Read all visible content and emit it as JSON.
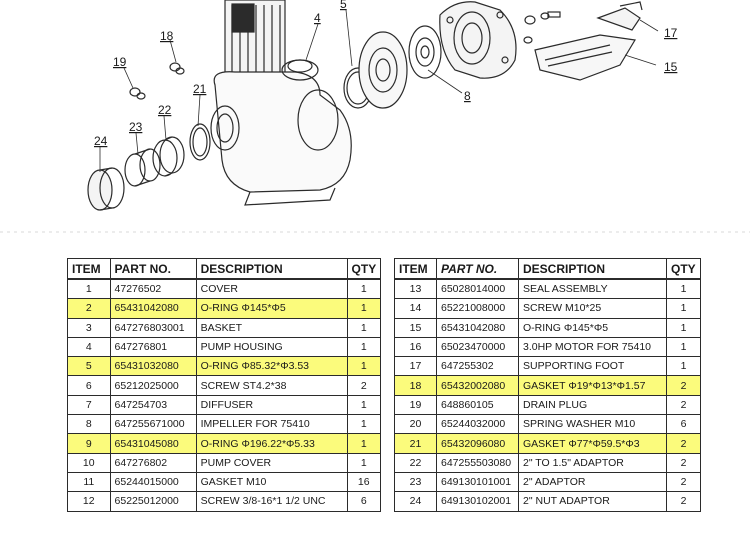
{
  "diagram": {
    "callouts": [
      "18",
      "19",
      "4",
      "5",
      "21",
      "22",
      "23",
      "24",
      "8",
      "17",
      "15"
    ]
  },
  "left_table": {
    "headers": [
      "ITEM",
      "PART NO.",
      "DESCRIPTION",
      "QTY"
    ],
    "rows": [
      {
        "item": "1",
        "part_no": "47276502",
        "description": "COVER",
        "qty": "1",
        "highlight": false
      },
      {
        "item": "2",
        "part_no": "65431042080",
        "description": "O-RING  Φ145*Φ5",
        "qty": "1",
        "highlight": true
      },
      {
        "item": "3",
        "part_no": "647276803001",
        "description": "BASKET",
        "qty": "1",
        "highlight": false
      },
      {
        "item": "4",
        "part_no": "647276801",
        "description": "PUMP HOUSING",
        "qty": "1",
        "highlight": false
      },
      {
        "item": "5",
        "part_no": "65431032080",
        "description": "O-RING  Φ85.32*Φ3.53",
        "qty": "1",
        "highlight": true
      },
      {
        "item": "6",
        "part_no": "65212025000",
        "description": "SCREW ST4.2*38",
        "qty": "2",
        "highlight": false
      },
      {
        "item": "7",
        "part_no": "647254703",
        "description": "DIFFUSER",
        "qty": "1",
        "highlight": false
      },
      {
        "item": "8",
        "part_no": "647255671000",
        "description": "IMPELLER FOR 75410",
        "qty": "1",
        "highlight": false
      },
      {
        "item": "9",
        "part_no": "65431045080",
        "description": "O-RING  Φ196.22*Φ5.33",
        "qty": "1",
        "highlight": true
      },
      {
        "item": "10",
        "part_no": "647276802",
        "description": "PUMP COVER",
        "qty": "1",
        "highlight": false
      },
      {
        "item": "11",
        "part_no": "65244015000",
        "description": "GASKET M10",
        "qty": "16",
        "highlight": false
      },
      {
        "item": "12",
        "part_no": "65225012000",
        "description": "SCREW 3/8-16*1 1/2 UNC",
        "qty": "6",
        "highlight": false
      }
    ]
  },
  "right_table": {
    "headers": [
      "ITEM",
      "PART NO.",
      "DESCRIPTION",
      "QTY"
    ],
    "rows": [
      {
        "item": "13",
        "part_no": "65028014000",
        "description": "SEAL ASSEMBLY",
        "qty": "1",
        "highlight": false
      },
      {
        "item": "14",
        "part_no": "65221008000",
        "description": "SCREW M10*25",
        "qty": "1",
        "highlight": false
      },
      {
        "item": "15",
        "part_no": "65431042080",
        "description": "O-RING  Φ145*Φ5",
        "qty": "1",
        "highlight": false
      },
      {
        "item": "16",
        "part_no": "65023470000",
        "description": "3.0HP MOTOR FOR 75410",
        "qty": "1",
        "highlight": false
      },
      {
        "item": "17",
        "part_no": "647255302",
        "description": "SUPPORTING FOOT",
        "qty": "1",
        "highlight": false
      },
      {
        "item": "18",
        "part_no": "65432002080",
        "description": "GASKET Φ19*Φ13*Φ1.57",
        "qty": "2",
        "highlight": true
      },
      {
        "item": "19",
        "part_no": "648860105",
        "description": "DRAIN PLUG",
        "qty": "2",
        "highlight": false
      },
      {
        "item": "20",
        "part_no": "65244032000",
        "description": "SPRING WASHER M10",
        "qty": "6",
        "highlight": false
      },
      {
        "item": "21",
        "part_no": "65432096080",
        "description": "GASKET Φ77*Φ59.5*Φ3",
        "qty": "2",
        "highlight": true
      },
      {
        "item": "22",
        "part_no": "647255503080",
        "description": "2\" TO 1.5\" ADAPTOR",
        "qty": "2",
        "highlight": false
      },
      {
        "item": "23",
        "part_no": "649130101001",
        "description": "2\" ADAPTOR",
        "qty": "2",
        "highlight": false
      },
      {
        "item": "24",
        "part_no": "649130102001",
        "description": "2\" NUT ADAPTOR",
        "qty": "2",
        "highlight": false
      }
    ]
  }
}
